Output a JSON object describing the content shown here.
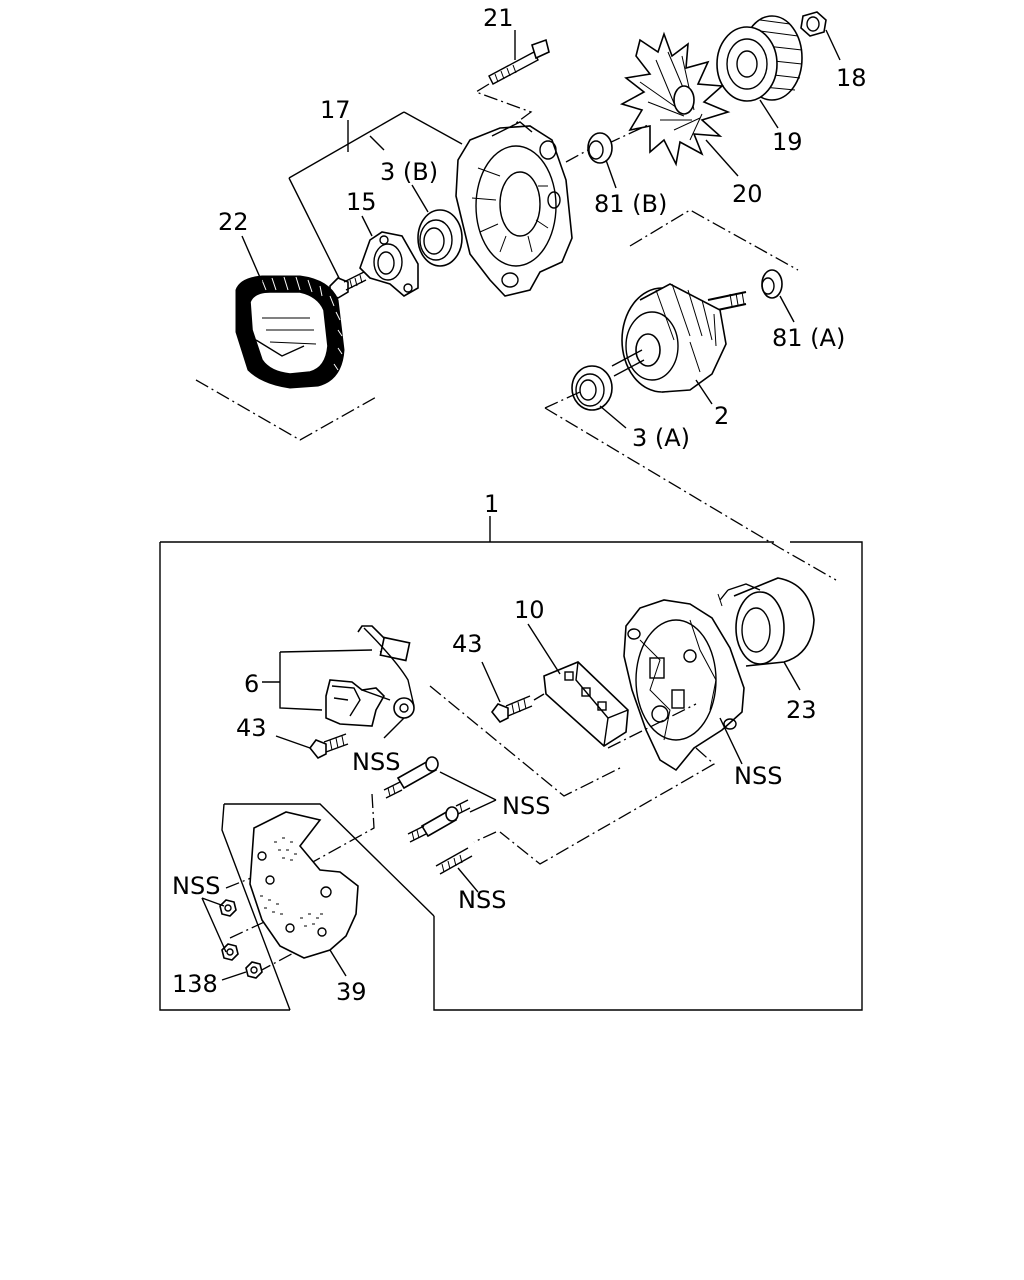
{
  "diagram": {
    "labels": [
      {
        "id": "p21",
        "text": "21"
      },
      {
        "id": "p18",
        "text": "18"
      },
      {
        "id": "p17",
        "text": "17"
      },
      {
        "id": "p19",
        "text": "19"
      },
      {
        "id": "p3b",
        "text": "3 (B)"
      },
      {
        "id": "p15",
        "text": "15"
      },
      {
        "id": "p81b",
        "text": "81 (B)"
      },
      {
        "id": "p20",
        "text": "20"
      },
      {
        "id": "p22",
        "text": "22"
      },
      {
        "id": "p81a",
        "text": "81 (A)"
      },
      {
        "id": "p2",
        "text": "2"
      },
      {
        "id": "p3a",
        "text": "3 (A)"
      },
      {
        "id": "p1",
        "text": "1"
      },
      {
        "id": "p10",
        "text": "10"
      },
      {
        "id": "p43a",
        "text": "43"
      },
      {
        "id": "p6",
        "text": "6"
      },
      {
        "id": "p23",
        "text": "23"
      },
      {
        "id": "p43b",
        "text": "43"
      },
      {
        "id": "pnss1",
        "text": "NSS"
      },
      {
        "id": "pnss2",
        "text": "NSS"
      },
      {
        "id": "pnss3",
        "text": "NSS"
      },
      {
        "id": "pnss4",
        "text": "NSS"
      },
      {
        "id": "pnss5",
        "text": "NSS"
      },
      {
        "id": "p138",
        "text": "138"
      },
      {
        "id": "p39",
        "text": "39"
      }
    ]
  }
}
